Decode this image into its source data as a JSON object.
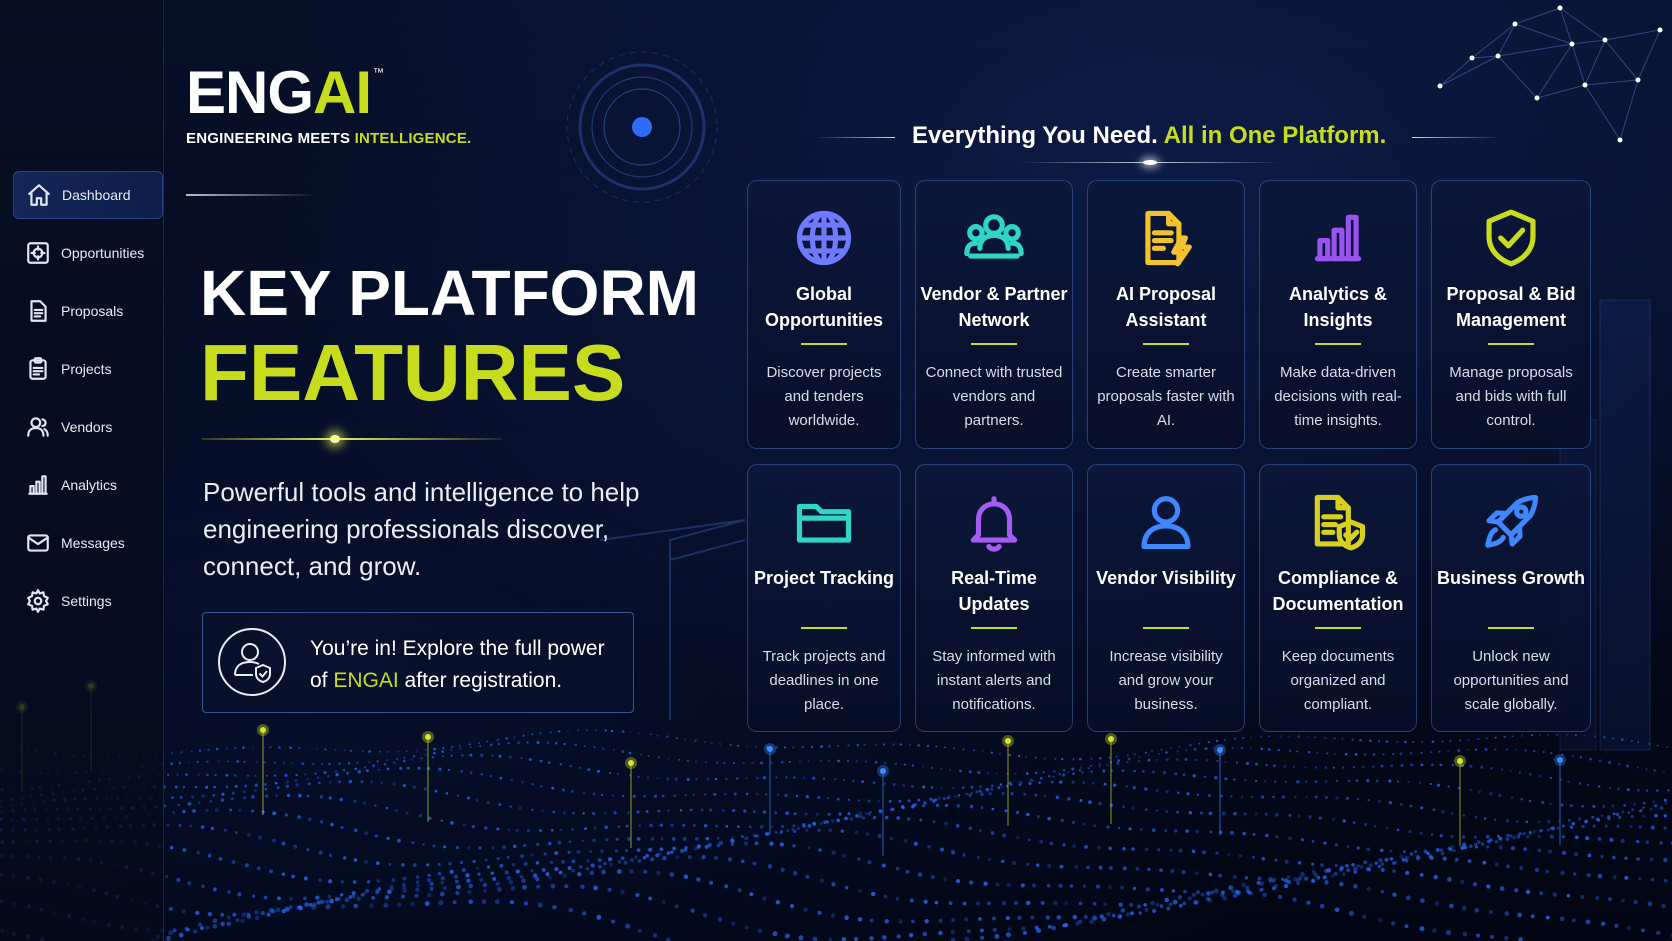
{
  "sidebar": {
    "items": [
      {
        "label": "Dashboard",
        "icon": "home-icon",
        "active": true
      },
      {
        "label": "Opportunities",
        "icon": "target-icon",
        "active": false
      },
      {
        "label": "Proposals",
        "icon": "document-icon",
        "active": false
      },
      {
        "label": "Projects",
        "icon": "clipboard-icon",
        "active": false
      },
      {
        "label": "Vendors",
        "icon": "users-icon",
        "active": false
      },
      {
        "label": "Analytics",
        "icon": "bar-chart-icon",
        "active": false
      },
      {
        "label": "Messages",
        "icon": "envelope-icon",
        "active": false
      },
      {
        "label": "Settings",
        "icon": "gear-icon",
        "active": false
      }
    ]
  },
  "logo": {
    "word_part1": "ENG",
    "word_part2": "AI",
    "trademark": "™",
    "tagline_part1": "ENGINEERING MEETS ",
    "tagline_part2": "INTELLIGENCE."
  },
  "hero": {
    "line1": "KEY PLATFORM",
    "line2": "FEATURES",
    "description": "Powerful tools and intelligence to help engineering professionals discover, connect, and grow."
  },
  "registration": {
    "text_before": "You’re in! Explore the full power of ",
    "brand": "ENGAI",
    "text_after": " after registration."
  },
  "features_header": {
    "part1": "Everything You Need. ",
    "part2": "All in One Platform."
  },
  "features": [
    {
      "title": "Global Opportunities",
      "description": "Discover projects and tenders worldwide.",
      "icon": "globe-icon",
      "color": "#6f7bff"
    },
    {
      "title": "Vendor & Partner Network",
      "description": "Connect with trusted vendors and partners.",
      "icon": "users-group-icon",
      "color": "#2fd6c8"
    },
    {
      "title": "AI Proposal Assistant",
      "description": "Create smarter proposals faster with AI.",
      "icon": "document-ai-icon",
      "color": "#f2c230"
    },
    {
      "title": "Analytics & Insights",
      "description": "Make data-driven decisions with real-time insights.",
      "icon": "bar-chart-icon",
      "color": "#9a52f0"
    },
    {
      "title": "Proposal & Bid Management",
      "description": "Manage proposals and bids with full control.",
      "icon": "shield-check-icon",
      "color": "#c8dc1e"
    },
    {
      "title": "Project Tracking",
      "description": "Track projects and deadlines in one place.",
      "icon": "folder-icon",
      "color": "#2fd6c8"
    },
    {
      "title": "Real-Time Updates",
      "description": "Stay informed with instant alerts and notifications.",
      "icon": "bell-icon",
      "color": "#a45cf2"
    },
    {
      "title": "Vendor Visibility",
      "description": "Increase visibility and grow your business.",
      "icon": "user-icon",
      "color": "#3f86ff"
    },
    {
      "title": "Compliance & Documentation",
      "description": "Keep documents organized and compliant.",
      "icon": "document-shield-icon",
      "color": "#d8d020"
    },
    {
      "title": "Business Growth",
      "description": "Unlock new opportunities and scale globally.",
      "icon": "rocket-icon",
      "color": "#3f86ff"
    }
  ],
  "colors": {
    "accent": "#c8dc1e",
    "background": "#050b1f",
    "card_border": "#3a5aa0"
  }
}
